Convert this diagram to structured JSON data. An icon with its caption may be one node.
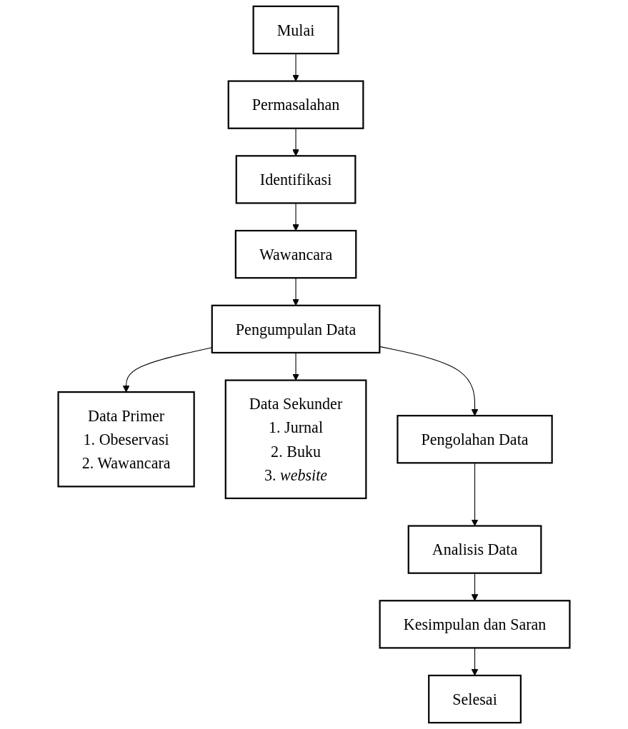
{
  "diagram": {
    "nodes": [
      {
        "text": [
          "Mulai"
        ]
      },
      {
        "text": [
          "Permasalahan"
        ]
      },
      {
        "text": [
          "Identifikasi"
        ]
      },
      {
        "text": [
          "Wawancara"
        ]
      },
      {
        "text": [
          "Pengumpulan Data"
        ]
      },
      {
        "text": [
          "Data Primer",
          "1. Obeservasi",
          "2. Wawancara"
        ]
      },
      {
        "text": [
          "Data Sekunder",
          "1. Jurnal",
          "2. Buku",
          "3. *website*"
        ]
      },
      {
        "text": [
          "Pengolahan Data"
        ]
      },
      {
        "text": [
          "Analisis Data"
        ]
      },
      {
        "text": [
          "Kesimpulan dan Saran"
        ]
      },
      {
        "text": [
          "Selesai"
        ]
      }
    ],
    "edges": [
      {
        "from": 0,
        "to": 1,
        "arrow": "to"
      },
      {
        "from": 1,
        "to": 2,
        "arrow": "to"
      },
      {
        "from": 2,
        "to": 3,
        "arrow": "to"
      },
      {
        "from": 3,
        "to": 4,
        "arrow": "to"
      },
      {
        "from": 4,
        "to": 5,
        "arrow": "to"
      },
      {
        "from": 4,
        "to": 6,
        "arrow": "to"
      },
      {
        "from": 4,
        "to": 7,
        "arrow": "to"
      },
      {
        "from": 7,
        "to": 8,
        "arrow": "to"
      },
      {
        "from": 8,
        "to": 9,
        "arrow": "to"
      },
      {
        "from": 9,
        "to": 10,
        "arrow": "to"
      }
    ]
  }
}
